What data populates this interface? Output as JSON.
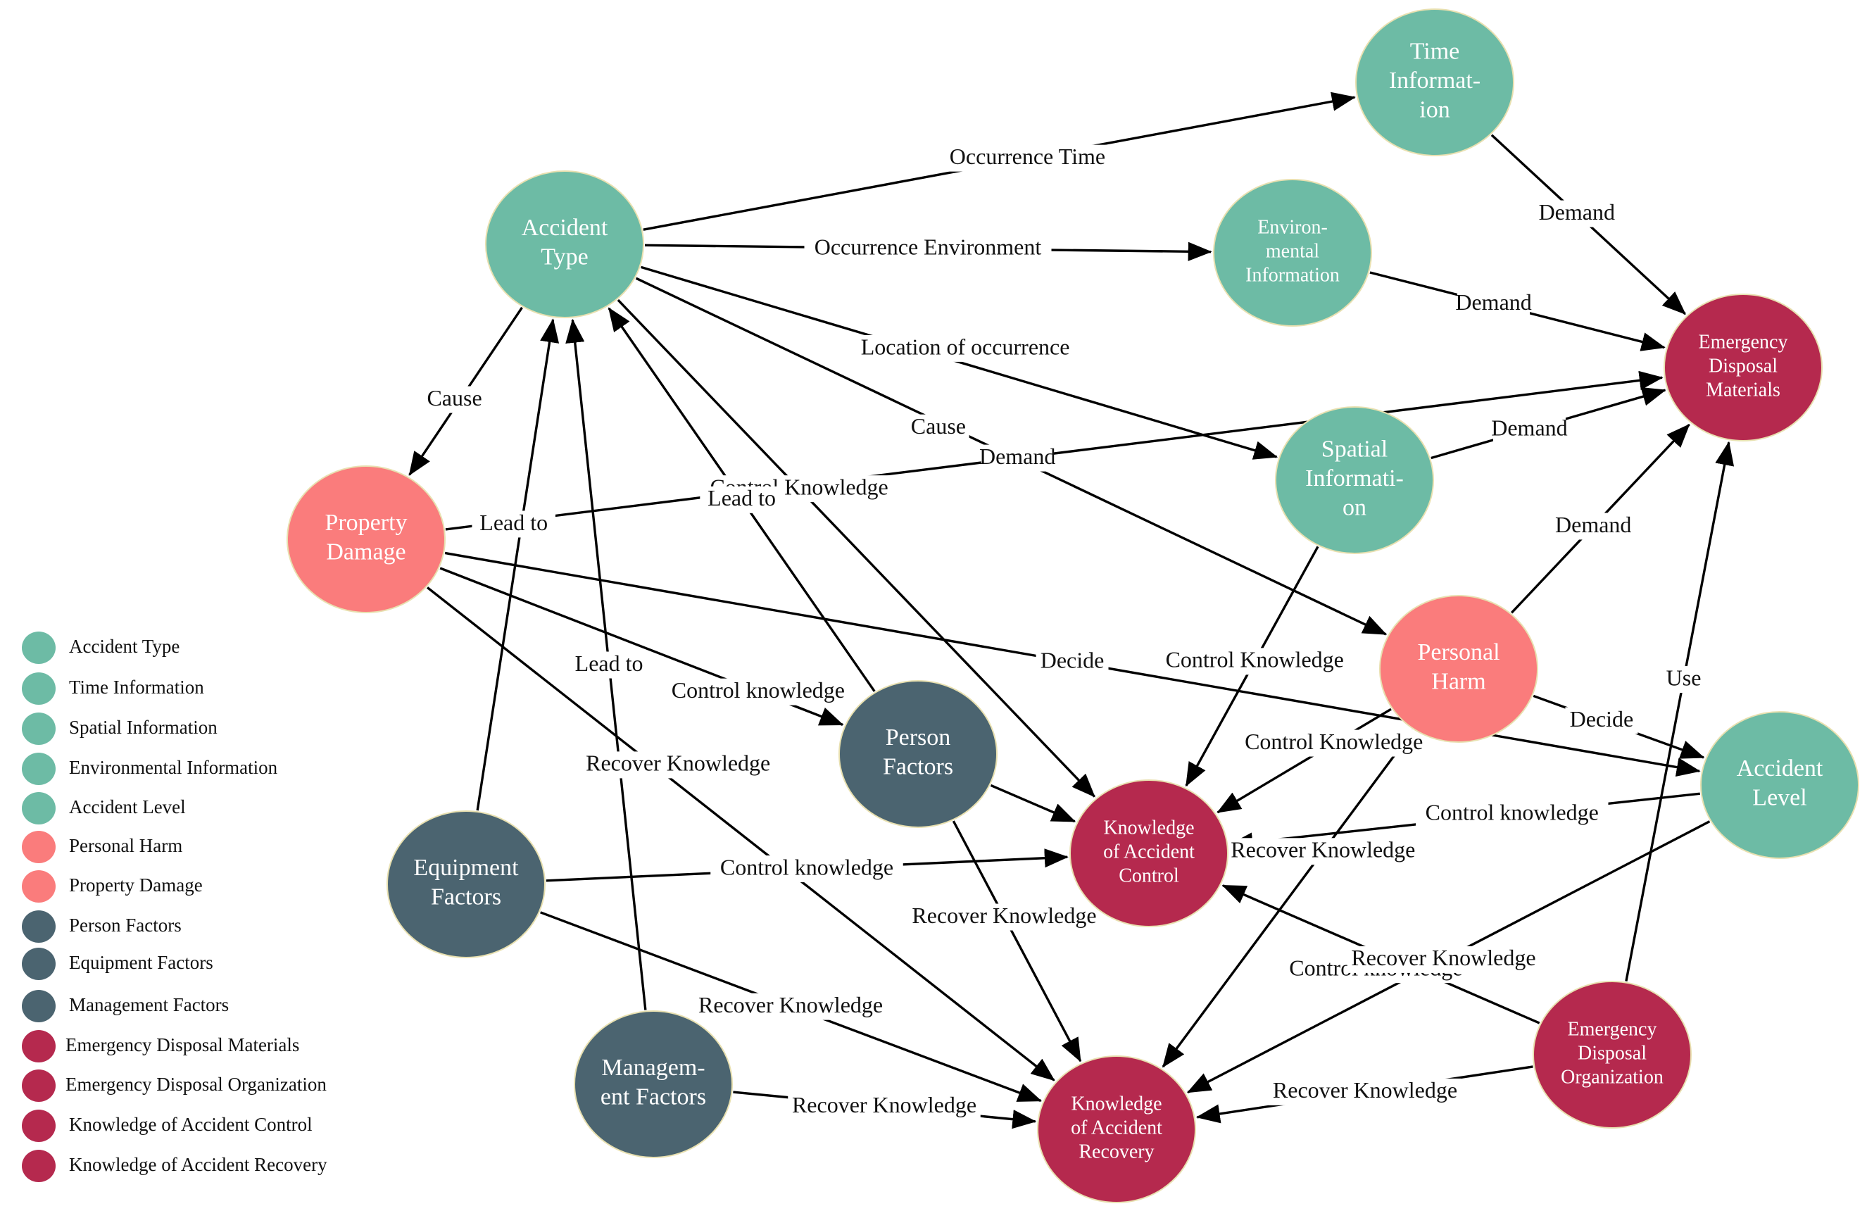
{
  "colors": {
    "teal": "#6dbba5",
    "salmon": "#fa7c7c",
    "slate": "#4b6470",
    "crimson": "#b5294e",
    "edge": "#000000",
    "node_stroke": "#e8e0b0"
  },
  "nodes": [
    {
      "id": "accident-type",
      "lines": [
        "Accident",
        "Type"
      ],
      "group": "teal"
    },
    {
      "id": "time-information",
      "lines": [
        "Time",
        "Informat-",
        "ion"
      ],
      "group": "teal"
    },
    {
      "id": "environmental-information",
      "lines": [
        "Environ-",
        "mental",
        "Information"
      ],
      "group": "teal"
    },
    {
      "id": "spatial-information",
      "lines": [
        "Spatial",
        "Informati-",
        "on"
      ],
      "group": "teal"
    },
    {
      "id": "accident-level",
      "lines": [
        "Accident",
        "Level"
      ],
      "group": "teal"
    },
    {
      "id": "property-damage",
      "lines": [
        "Property",
        "Damage"
      ],
      "group": "salmon"
    },
    {
      "id": "personal-harm",
      "lines": [
        "Personal",
        "Harm"
      ],
      "group": "salmon"
    },
    {
      "id": "person-factors",
      "lines": [
        "Person",
        "Factors"
      ],
      "group": "slate"
    },
    {
      "id": "equipment-factors",
      "lines": [
        "Equipment",
        "Factors"
      ],
      "group": "slate"
    },
    {
      "id": "management-factors",
      "lines": [
        "Managem-",
        "ent Factors"
      ],
      "group": "slate"
    },
    {
      "id": "emergency-disposal-materials",
      "lines": [
        "Emergency",
        "Disposal",
        "Materials"
      ],
      "group": "crimson"
    },
    {
      "id": "emergency-disposal-organization",
      "lines": [
        "Emergency",
        "Disposal",
        "Organization"
      ],
      "group": "crimson"
    },
    {
      "id": "knowledge-of-accident-control",
      "lines": [
        "Knowledge",
        "of Accident",
        "Control"
      ],
      "group": "crimson"
    },
    {
      "id": "knowledge-of-accident-recovery",
      "lines": [
        "Knowledge",
        "of Accident",
        "Recovery"
      ],
      "group": "crimson"
    }
  ],
  "edges": [
    {
      "from": "accident-type",
      "to": "time-information",
      "label": "Occurrence Time"
    },
    {
      "from": "accident-type",
      "to": "environmental-information",
      "label": "Occurrence Environment"
    },
    {
      "from": "accident-type",
      "to": "spatial-information",
      "label": "Location of occurrence"
    },
    {
      "from": "accident-type",
      "to": "property-damage",
      "label": "Cause"
    },
    {
      "from": "accident-type",
      "to": "personal-harm",
      "label": "Cause"
    },
    {
      "from": "accident-type",
      "to": "knowledge-of-accident-control",
      "label": "Control Knowledge"
    },
    {
      "from": "time-information",
      "to": "emergency-disposal-materials",
      "label": "Demand"
    },
    {
      "from": "environmental-information",
      "to": "emergency-disposal-materials",
      "label": "Demand"
    },
    {
      "from": "spatial-information",
      "to": "emergency-disposal-materials",
      "label": "Demand"
    },
    {
      "from": "property-damage",
      "to": "emergency-disposal-materials",
      "label": "Demand"
    },
    {
      "from": "personal-harm",
      "to": "emergency-disposal-materials",
      "label": "Demand"
    },
    {
      "from": "emergency-disposal-organization",
      "to": "emergency-disposal-materials",
      "label": "Use"
    },
    {
      "from": "person-factors",
      "to": "accident-type",
      "label": "Lead to"
    },
    {
      "from": "equipment-factors",
      "to": "accident-type",
      "label": "Lead to"
    },
    {
      "from": "management-factors",
      "to": "accident-type",
      "label": "Lead to"
    },
    {
      "from": "property-damage",
      "to": "accident-level",
      "label": "Decide"
    },
    {
      "from": "personal-harm",
      "to": "accident-level",
      "label": "Decide"
    },
    {
      "from": "property-damage",
      "to": "person-factors",
      "label": "Control knowledge"
    },
    {
      "from": "property-damage",
      "to": "knowledge-of-accident-recovery",
      "label": "Recover Knowledge"
    },
    {
      "from": "spatial-information",
      "to": "knowledge-of-accident-control",
      "label": "Control Knowledge"
    },
    {
      "from": "personal-harm",
      "to": "knowledge-of-accident-control",
      "label": "Control Knowledge"
    },
    {
      "from": "accident-level",
      "to": "knowledge-of-accident-control",
      "label": "Control knowledge"
    },
    {
      "from": "equipment-factors",
      "to": "knowledge-of-accident-control",
      "label": "Control knowledge"
    },
    {
      "from": "person-factors",
      "to": "knowledge-of-accident-control",
      "label": ""
    },
    {
      "from": "emergency-disposal-organization",
      "to": "knowledge-of-accident-control",
      "label": "Control knowledge"
    },
    {
      "from": "person-factors",
      "to": "knowledge-of-accident-recovery",
      "label": "Recover Knowledge"
    },
    {
      "from": "personal-harm",
      "to": "knowledge-of-accident-recovery",
      "label": "Recover Knowledge"
    },
    {
      "from": "accident-level",
      "to": "knowledge-of-accident-recovery",
      "label": "Recover Knowledge"
    },
    {
      "from": "equipment-factors",
      "to": "knowledge-of-accident-recovery",
      "label": "Recover Knowledge"
    },
    {
      "from": "management-factors",
      "to": "knowledge-of-accident-recovery",
      "label": "Recover Knowledge"
    },
    {
      "from": "emergency-disposal-organization",
      "to": "knowledge-of-accident-recovery",
      "label": "Recover Knowledge"
    }
  ],
  "legend": [
    {
      "label": "Accident Type",
      "group": "teal"
    },
    {
      "label": "Time Information",
      "group": "teal"
    },
    {
      "label": "Spatial Information",
      "group": "teal"
    },
    {
      "label": "Environmental Information",
      "group": "teal"
    },
    {
      "label": "Accident Level",
      "group": "teal"
    },
    {
      "label": "Personal Harm",
      "group": "salmon"
    },
    {
      "label": "Property Damage",
      "group": "salmon"
    },
    {
      "label": "Person Factors",
      "group": "slate"
    },
    {
      "label": "Equipment Factors",
      "group": "slate"
    },
    {
      "label": "Management Factors",
      "group": "slate"
    },
    {
      "label": "Emergency Disposal Materials",
      "group": "crimson"
    },
    {
      "label": "Emergency Disposal Organization",
      "group": "crimson"
    },
    {
      "label": "Knowledge of Accident Control",
      "group": "crimson"
    },
    {
      "label": "Knowledge of Accident Recovery",
      "group": "crimson"
    }
  ]
}
